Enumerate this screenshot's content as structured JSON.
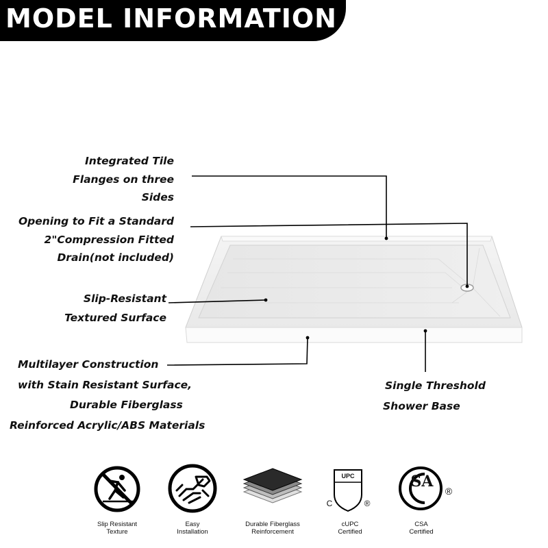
{
  "banner": {
    "title": "MODEL INFORMATION"
  },
  "callouts": {
    "flanges": [
      "Integrated Tile",
      "Flanges on three",
      "Sides"
    ],
    "drain": [
      "Opening to Fit a Standard",
      "2\"Compression Fitted",
      "Drain(not included)"
    ],
    "slip": [
      "Slip-Resistant",
      "Textured Surface"
    ],
    "multilayer": [
      "Multilayer Construction",
      "with Stain Resistant Surface,",
      "Durable Fiberglass",
      "Reinforced Acrylic/ABS Materials"
    ],
    "threshold": [
      "Single Threshold",
      "Shower Base"
    ]
  },
  "badges": [
    {
      "icon": "slip-resistant-icon",
      "lines": [
        "Slip Resistant",
        "Texture"
      ]
    },
    {
      "icon": "easy-installation-icon",
      "lines": [
        "Easy",
        "Installation"
      ]
    },
    {
      "icon": "layers-icon",
      "lines": [
        "Durable Fiberglass",
        "Reinforcement"
      ]
    },
    {
      "icon": "upc-icon",
      "lines": [
        "cUPC",
        "Certified"
      ],
      "mark": "UPC",
      "c_letter": "C",
      "registered": "®"
    },
    {
      "icon": "csa-icon",
      "lines": [
        "CSA",
        "Certified"
      ],
      "mark": "SA",
      "registered": "®"
    }
  ]
}
